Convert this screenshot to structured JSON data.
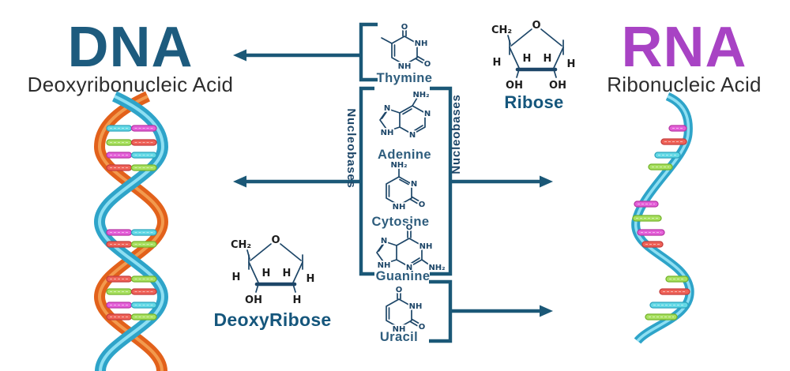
{
  "dna": {
    "title": "DNA",
    "subtitle": "Deoxyribonucleic Acid"
  },
  "rna": {
    "title": "RNA",
    "subtitle": "Ribonucleic Acid"
  },
  "labels": {
    "nucleobases_left": "Nucleobases",
    "nucleobases_right": "Nucleobases"
  },
  "molecules": {
    "thymine": {
      "label": "Thymine",
      "atoms": {
        "o_top": "O",
        "nh_right": "NH",
        "o_right": "O",
        "nh_bottom": "NH"
      }
    },
    "adenine": {
      "label": "Adenine",
      "atoms": {
        "nh2_top": "NH₂",
        "n_right": "N",
        "n_bottom": "N",
        "n_ring": "N",
        "nh_ring": "NH"
      }
    },
    "cytosine": {
      "label": "Cytosine",
      "atoms": {
        "nh2_top": "NH₂",
        "n_right": "N",
        "o_right": "O",
        "nh_bottom": "NH"
      }
    },
    "guanine": {
      "label": "Guanine",
      "atoms": {
        "o_top": "O",
        "nh_right": "NH",
        "nh2_right": "NH₂",
        "n_bottom": "N",
        "n_ring": "N",
        "nh_ring": "NH"
      }
    },
    "uracil": {
      "label": "Uracil",
      "atoms": {
        "o_top": "O",
        "nh_right": "NH",
        "o_right": "O",
        "nh_bottom": "NH"
      }
    }
  },
  "sugars": {
    "ribose": {
      "label": "Ribose",
      "atoms": {
        "ch2": "CH₂",
        "o_ring": "O",
        "h_inner_left": "H",
        "h_inner_right": "H",
        "h_outer_left": "H",
        "h_outer_right": "H",
        "bottom_left": "OH",
        "bottom_right": "OH"
      }
    },
    "deoxyribose": {
      "label": "DeoxyRibose",
      "atoms": {
        "ch2": "CH₂",
        "o_ring": "O",
        "h_inner_left": "H",
        "h_inner_right": "H",
        "h_outer_left": "H",
        "h_outer_right": "H",
        "bottom_left": "OH",
        "bottom_right": "H"
      }
    }
  },
  "helix": {
    "palette": {
      "magenta": "#e45fd8",
      "red": "#ef6257",
      "cyan": "#63d9e6",
      "green": "#a8e05f",
      "magenta_dark": "#b637a4",
      "red_dark": "#c43d3d",
      "cyan_dark": "#2da4bc",
      "green_dark": "#74b32c",
      "dna_strand_orange": "#e2611b",
      "dna_strand_orange_light": "#f29a4e",
      "strand_blue": "#2ea4c9",
      "strand_blue_light": "#8edff2"
    },
    "dna_rungs": [
      [
        "cyan",
        "magenta"
      ],
      [
        "green",
        "red"
      ],
      [
        "magenta",
        "cyan"
      ],
      [
        "red",
        "green"
      ],
      [
        "magenta",
        "cyan"
      ],
      [
        "red",
        "green"
      ],
      [
        "red",
        "green"
      ],
      [
        "green",
        "red"
      ],
      [
        "magenta",
        "cyan"
      ],
      [
        "red",
        "green"
      ]
    ],
    "rna_bars": [
      "magenta",
      "red",
      "cyan",
      "green",
      "magenta",
      "green",
      "magenta",
      "red",
      "green",
      "red",
      "cyan",
      "green"
    ]
  },
  "colors": {
    "dna_title": "#1d5b7e",
    "rna_title": "#a843c4",
    "subtitle": "#2d2d2d",
    "structure": "#1d4668",
    "bracket_arrow": "#1b5877",
    "base_label": "#2e5d7d",
    "sugar_label": "#15567c"
  }
}
